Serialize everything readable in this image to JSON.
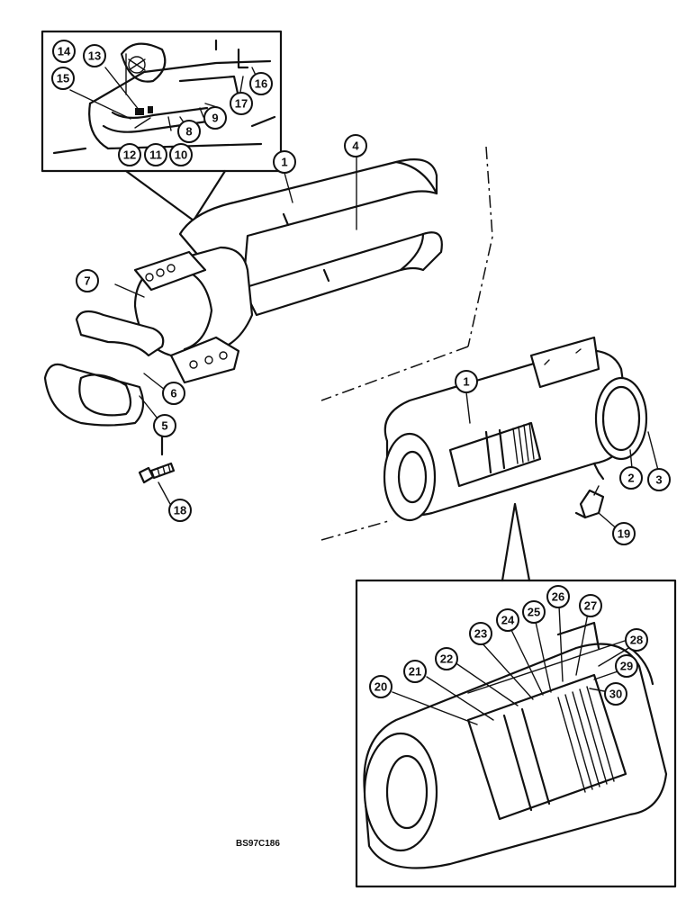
{
  "figure_code": "BS97C186",
  "callouts": [
    "1",
    "2",
    "3",
    "4",
    "5",
    "6",
    "7",
    "8",
    "9",
    "10",
    "11",
    "12",
    "13",
    "14",
    "15",
    "16",
    "17",
    "18",
    "19",
    "20",
    "21",
    "22",
    "23",
    "24",
    "25",
    "26",
    "27",
    "28",
    "29",
    "30"
  ],
  "colors": {
    "ink": "#111111",
    "paper": "#ffffff"
  }
}
